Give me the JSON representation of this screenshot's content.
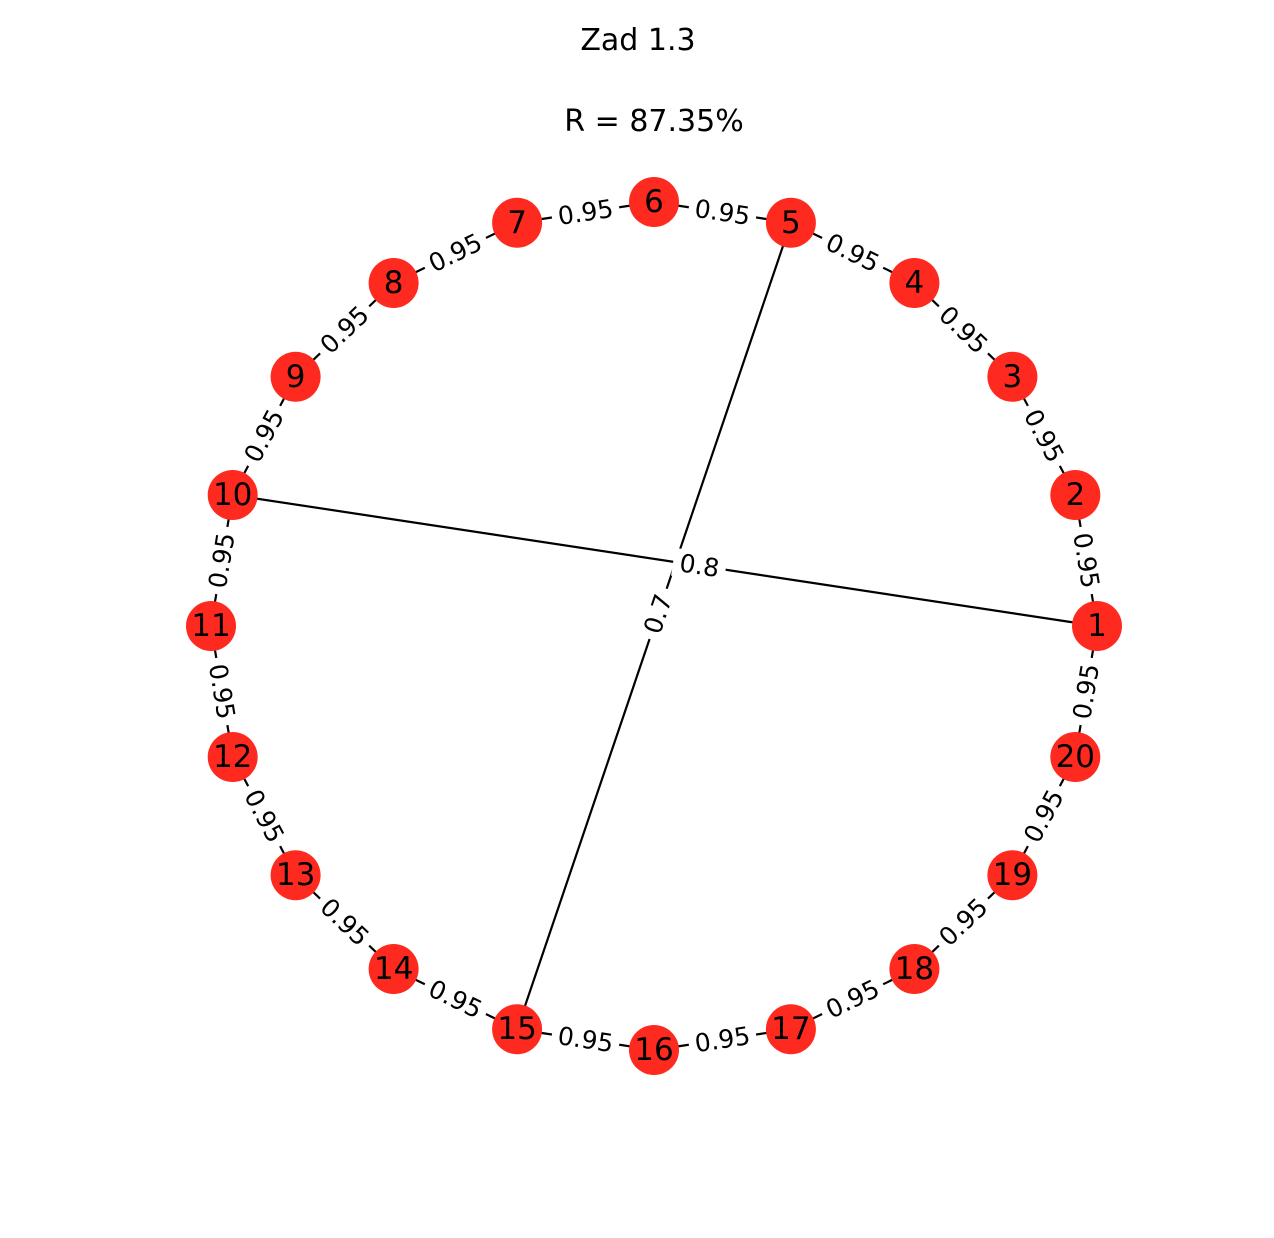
{
  "figure": {
    "title": "Zad 1.3",
    "subtitle": "R = 87.35%"
  },
  "colors": {
    "node_fill": "#ff2a1f",
    "edge": "#000000",
    "background": "#ffffff"
  },
  "graph": {
    "layout": "circle",
    "nodes": [
      "1",
      "2",
      "3",
      "4",
      "5",
      "6",
      "7",
      "8",
      "9",
      "10",
      "11",
      "12",
      "13",
      "14",
      "15",
      "16",
      "17",
      "18",
      "19",
      "20"
    ],
    "edges": [
      {
        "source": "1",
        "target": "2",
        "weight": "0.95"
      },
      {
        "source": "2",
        "target": "3",
        "weight": "0.95"
      },
      {
        "source": "3",
        "target": "4",
        "weight": "0.95"
      },
      {
        "source": "4",
        "target": "5",
        "weight": "0.95"
      },
      {
        "source": "5",
        "target": "6",
        "weight": "0.95"
      },
      {
        "source": "6",
        "target": "7",
        "weight": "0.95"
      },
      {
        "source": "7",
        "target": "8",
        "weight": "0.95"
      },
      {
        "source": "8",
        "target": "9",
        "weight": "0.95"
      },
      {
        "source": "9",
        "target": "10",
        "weight": "0.95"
      },
      {
        "source": "10",
        "target": "11",
        "weight": "0.95"
      },
      {
        "source": "11",
        "target": "12",
        "weight": "0.95"
      },
      {
        "source": "12",
        "target": "13",
        "weight": "0.95"
      },
      {
        "source": "13",
        "target": "14",
        "weight": "0.95"
      },
      {
        "source": "14",
        "target": "15",
        "weight": "0.95"
      },
      {
        "source": "15",
        "target": "16",
        "weight": "0.95"
      },
      {
        "source": "16",
        "target": "17",
        "weight": "0.95"
      },
      {
        "source": "17",
        "target": "18",
        "weight": "0.95"
      },
      {
        "source": "18",
        "target": "19",
        "weight": "0.95"
      },
      {
        "source": "19",
        "target": "20",
        "weight": "0.95"
      },
      {
        "source": "20",
        "target": "1",
        "weight": "0.95"
      },
      {
        "source": "1",
        "target": "10",
        "weight": "0.8"
      },
      {
        "source": "5",
        "target": "15",
        "weight": "0.7"
      }
    ]
  }
}
